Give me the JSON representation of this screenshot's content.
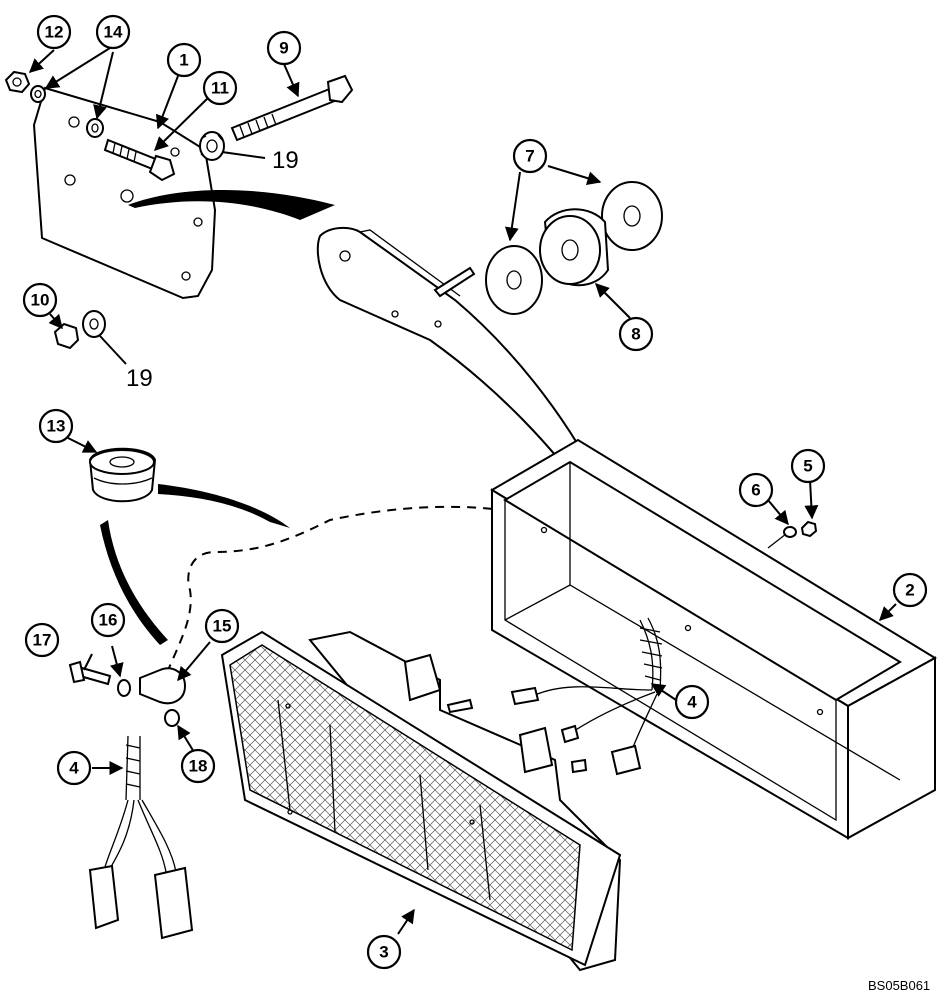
{
  "figure_code": "BS05B061",
  "callouts": [
    {
      "id": "c1",
      "label": "1"
    },
    {
      "id": "c2",
      "label": "2"
    },
    {
      "id": "c3",
      "label": "3"
    },
    {
      "id": "c4a",
      "label": "4"
    },
    {
      "id": "c4b",
      "label": "4"
    },
    {
      "id": "c5",
      "label": "5"
    },
    {
      "id": "c6",
      "label": "6"
    },
    {
      "id": "c7",
      "label": "7"
    },
    {
      "id": "c8",
      "label": "8"
    },
    {
      "id": "c9",
      "label": "9"
    },
    {
      "id": "c10",
      "label": "10"
    },
    {
      "id": "c11",
      "label": "11"
    },
    {
      "id": "c12",
      "label": "12"
    },
    {
      "id": "c13",
      "label": "13"
    },
    {
      "id": "c14",
      "label": "14"
    },
    {
      "id": "c15",
      "label": "15"
    },
    {
      "id": "c16",
      "label": "16"
    },
    {
      "id": "c17",
      "label": "17"
    },
    {
      "id": "c18",
      "label": "18"
    }
  ],
  "plain_labels": {
    "washer_top": "19",
    "washer_left": "19"
  }
}
